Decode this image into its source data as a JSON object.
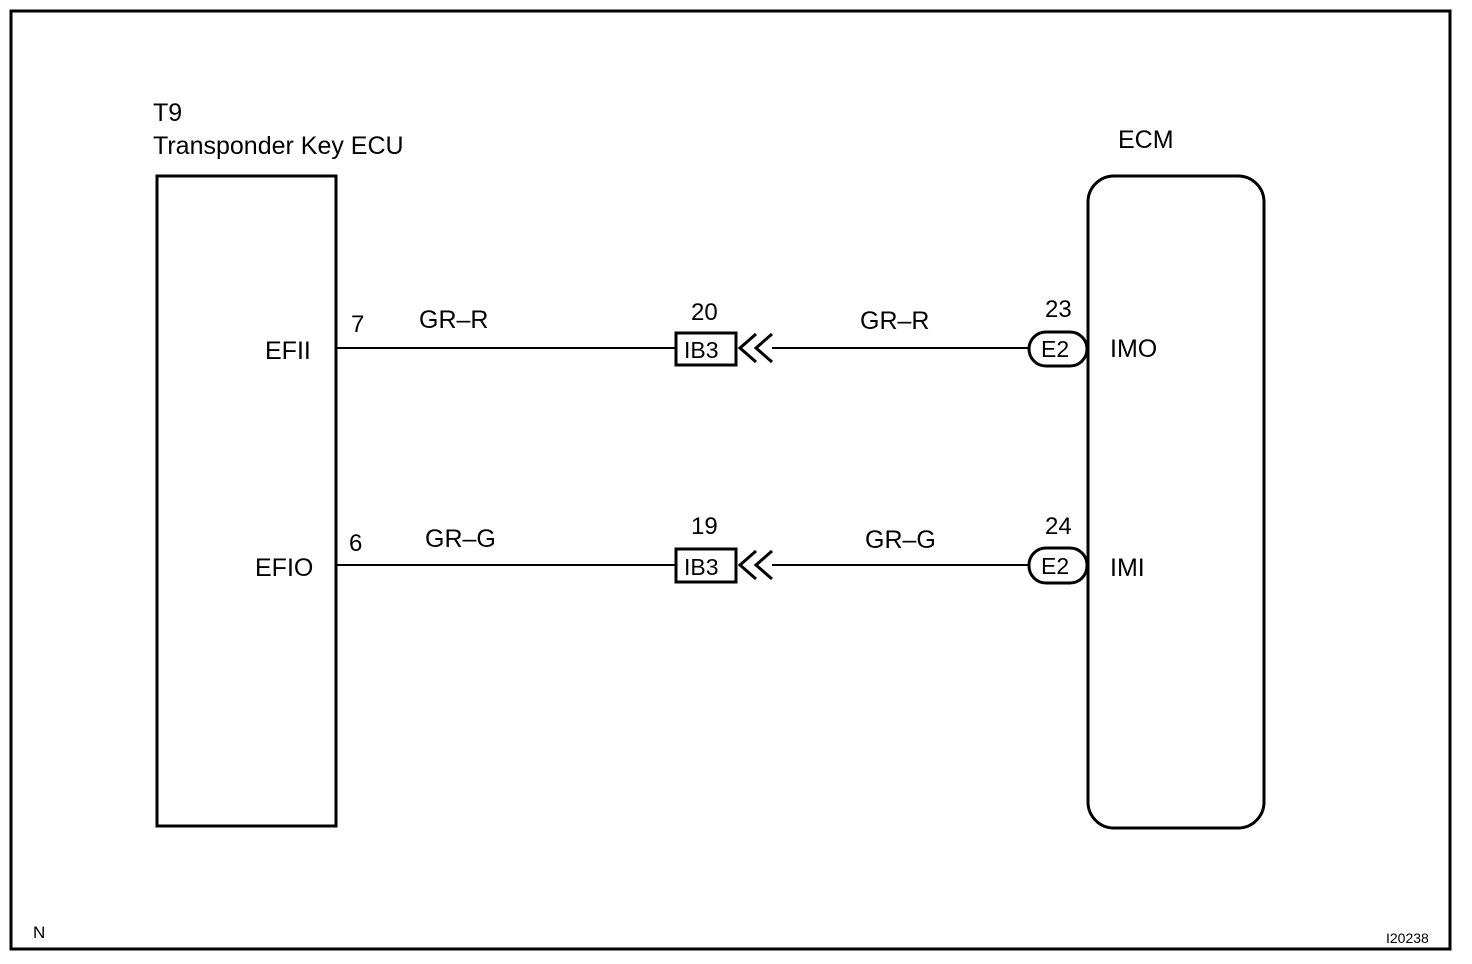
{
  "ecu": {
    "code": "T9",
    "name": "Transponder Key ECU"
  },
  "ecm": {
    "name": "ECM"
  },
  "circuits": [
    {
      "ecu_terminal": "EFII",
      "ecu_pin": "7",
      "wire_left": "GR–R",
      "junction_pin": "20",
      "junction_connector": "IB3",
      "wire_right": "GR–R",
      "ecm_pin": "23",
      "ecm_connector": "E2",
      "ecm_terminal": "IMO"
    },
    {
      "ecu_terminal": "EFIO",
      "ecu_pin": "6",
      "wire_left": "GR–G",
      "junction_pin": "19",
      "junction_connector": "IB3",
      "wire_right": "GR–G",
      "ecm_pin": "24",
      "ecm_connector": "E2",
      "ecm_terminal": "IMI"
    }
  ],
  "footer": {
    "left_mark": "N",
    "figure_id": "I20238"
  }
}
